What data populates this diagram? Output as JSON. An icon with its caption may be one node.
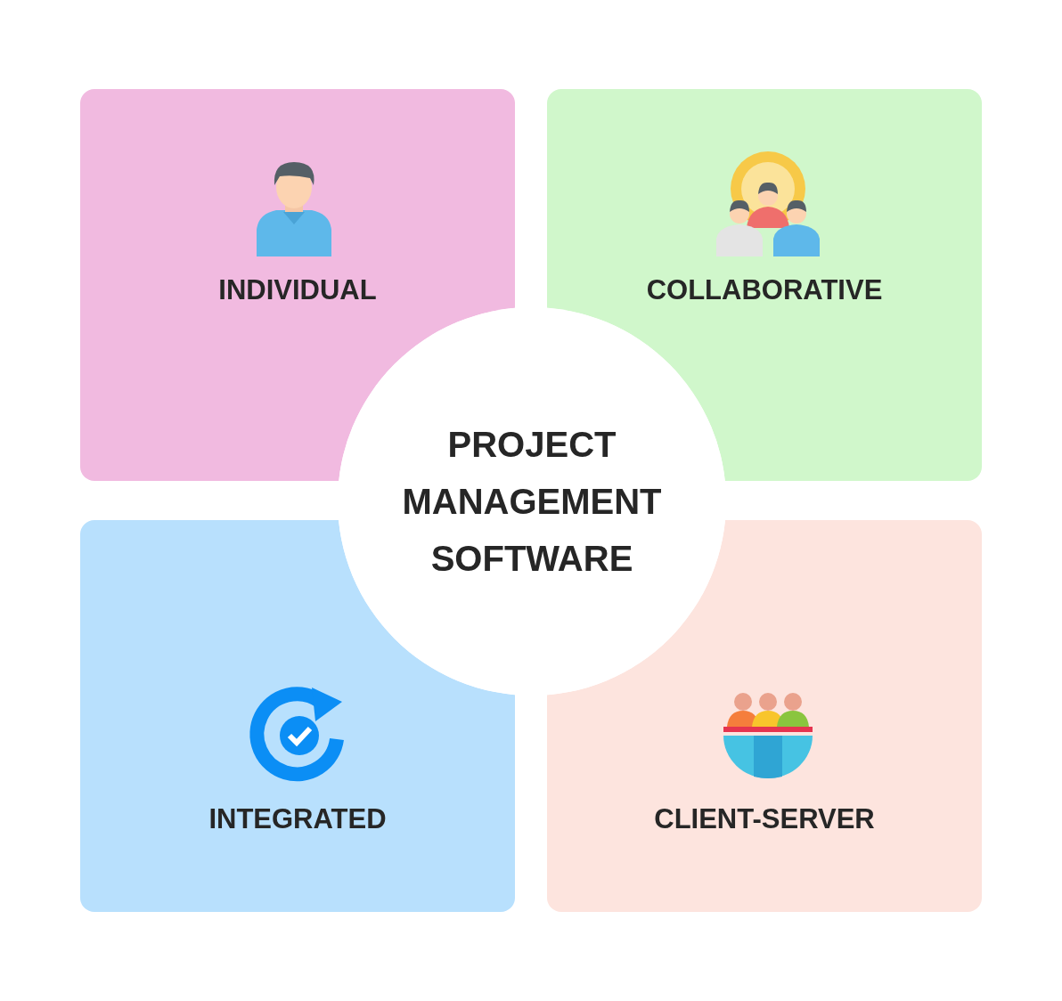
{
  "diagram": {
    "nodes": [
      {
        "text": [
          "INDIVIDUAL"
        ]
      },
      {
        "text": [
          "COLLABORATIVE"
        ]
      },
      {
        "text": [
          "PROJECT MANAGEMENT SOFTWARE"
        ]
      },
      {
        "text": [
          "INTEGRATED"
        ]
      },
      {
        "text": [
          "CLIENT-SERVER"
        ]
      }
    ],
    "edges": []
  }
}
